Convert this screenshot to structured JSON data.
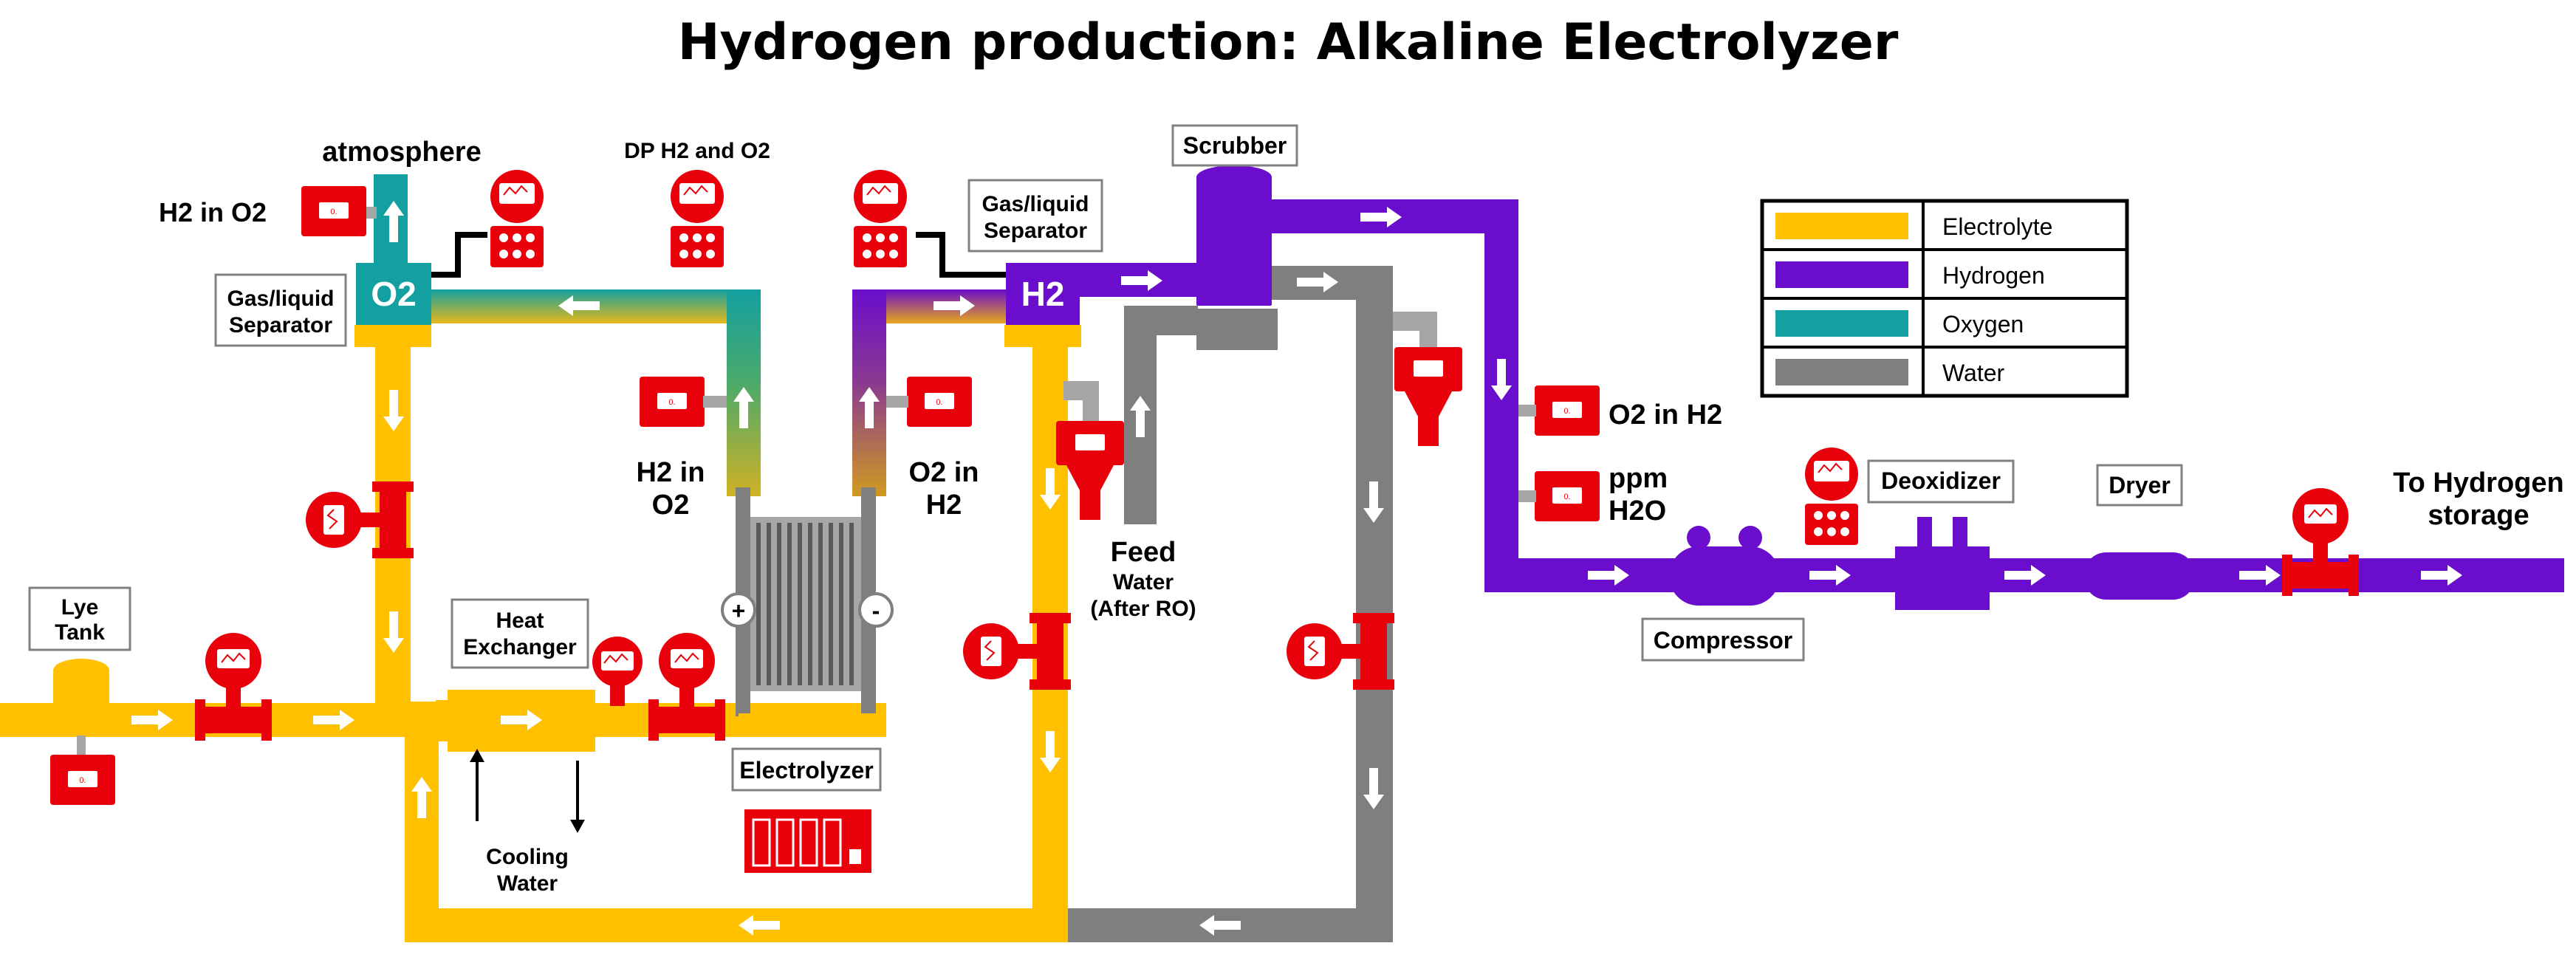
{
  "title": "Hydrogen production: Alkaline Electrolyzer",
  "colors": {
    "electrolyte": "#FFC000",
    "hydrogen": "#6A0DCC",
    "oxygen": "#13A0A0",
    "water": "#7F7F7F",
    "instrument": "#E8000B",
    "outline": "#808080"
  },
  "legend": {
    "items": [
      {
        "label": "Electrolyte",
        "color": "#FFC000"
      },
      {
        "label": "Hydrogen",
        "color": "#6A0DCC"
      },
      {
        "label": "Oxygen",
        "color": "#13A0A0"
      },
      {
        "label": "Water",
        "color": "#7F7F7F"
      }
    ]
  },
  "labels": {
    "atmosphere": "atmosphere",
    "dp": "DP H2 and O2",
    "h2_in_o2_top": "H2 in O2",
    "gls_left_1": "Gas/liquid",
    "gls_left_2": "Separator",
    "gls_right_1": "Gas/liquid",
    "gls_right_2": "Separator",
    "o2_tag": "O2",
    "h2_tag": "H2",
    "h2_in_o2_mid_1": "H2 in",
    "h2_in_o2_mid_2": "O2",
    "o2_in_h2_mid_1": "O2 in",
    "o2_in_h2_mid_2": "H2",
    "lye_tank_1": "Lye",
    "lye_tank_2": "Tank",
    "heat_ex_1": "Heat",
    "heat_ex_2": "Exchanger",
    "cooling_1": "Cooling",
    "cooling_2": "Water",
    "electrolyzer": "Electrolyzer",
    "feed_1": "Feed",
    "feed_2": "Water",
    "feed_3": "(After RO)",
    "scrubber": "Scrubber",
    "o2_in_h2_right": "O2 in H2",
    "ppm_1": "ppm",
    "ppm_2": "H2O",
    "compressor": "Compressor",
    "deoxidizer": "Deoxidizer",
    "dryer": "Dryer",
    "to_storage_1": "To Hydrogen",
    "to_storage_2": "storage",
    "plus": "+",
    "minus": "-"
  }
}
